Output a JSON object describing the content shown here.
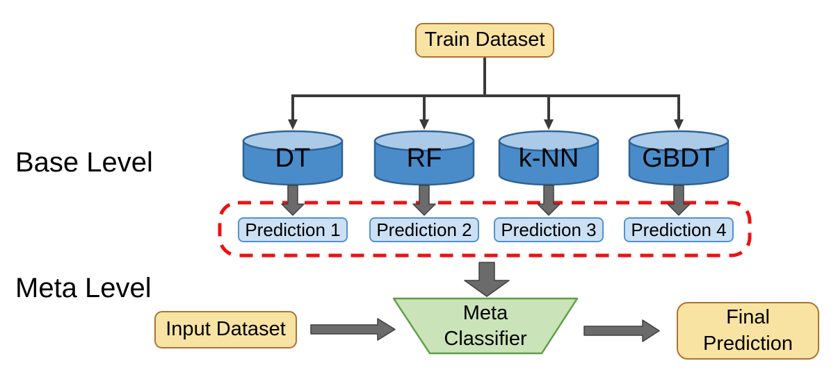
{
  "diagram": {
    "level_labels": {
      "base": "Base Level",
      "meta": "Meta Level"
    },
    "train_dataset_label": "Train Dataset",
    "base_models": [
      "DT",
      "RF",
      "k-NN",
      "GBDT"
    ],
    "predictions": [
      "Prediction 1",
      "Prediction 2",
      "Prediction 3",
      "Prediction 4"
    ],
    "meta_classifier_lines": [
      "Meta",
      "Classifier"
    ],
    "input_dataset_label": "Input Dataset",
    "final_prediction_lines": [
      "Final",
      "Prediction"
    ],
    "colors": {
      "dataset_fill": "#F9E3A2",
      "dataset_border": "#AD7231",
      "cylinder_fill": "#4A8CC9",
      "cylinder_top_fill": "#ABCAE8",
      "cylinder_border": "#2F6396",
      "prediction_fill": "#CCE0F4",
      "prediction_border": "#5391CE",
      "meta_fill": "#CBE3B8",
      "meta_border": "#5F9E47",
      "arrow_fill": "#6B6B6B",
      "arrow_border": "#3F3F3F",
      "connector_line": "#3A3A3A",
      "dashed_box": "#EE1111"
    }
  }
}
